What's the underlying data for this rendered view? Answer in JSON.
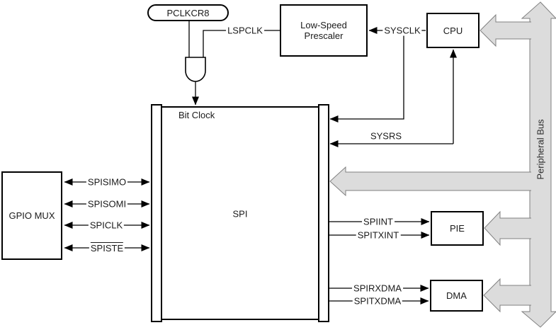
{
  "blocks": {
    "pclkcr8": "PCLKCR8",
    "prescaler": "Low-Speed\nPrescaler",
    "cpu": "CPU",
    "spi": "SPI",
    "spi_bit_clock": "Bit Clock",
    "gpio_mux": "GPIO MUX",
    "pie": "PIE",
    "dma": "DMA"
  },
  "signals": {
    "lspclk": "LSPCLK",
    "sysclk": "SYSCLK",
    "sysrs": "SYSRS",
    "spisimo": "SPISIMO",
    "spisomi": "SPISOMI",
    "spiclk": "SPICLK",
    "spiste": "SPISTE",
    "spiint": "SPIINT",
    "spitxint": "SPITXINT",
    "spirxdma": "SPIRXDMA",
    "spitxdma": "SPITXDMA"
  },
  "bus": {
    "label": "Peripheral Bus"
  },
  "colors": {
    "line": "#000000",
    "box_border": "#000000",
    "box_fill": "#ffffff",
    "bus_fill": "#dcdcdc",
    "bus_stroke": "#808080",
    "text": "#1a1a1a"
  }
}
